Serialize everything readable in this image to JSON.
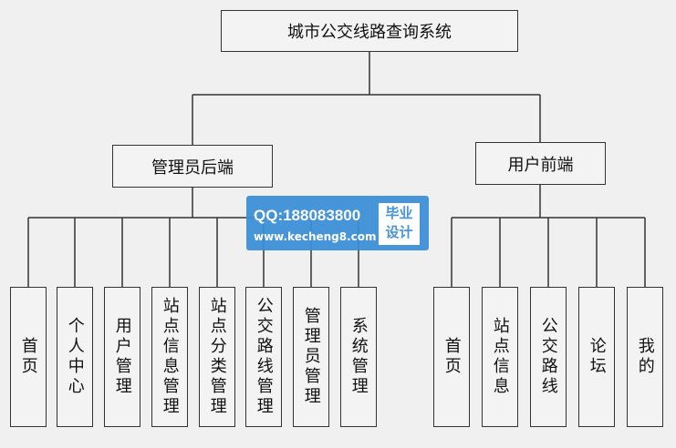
{
  "root": {
    "label": "城市公交线路查询系统"
  },
  "admin": {
    "label": "管理员后端",
    "children": [
      "首页",
      "个人中心",
      "用户管理",
      "站点信息管理",
      "站点分类管理",
      "公交路线管理",
      "管理员管理",
      "系统管理"
    ]
  },
  "user": {
    "label": "用户前端",
    "children": [
      "首页",
      "站点信息",
      "公交路线",
      "论坛",
      "我的"
    ]
  },
  "watermark": {
    "qq": "QQ:188083800",
    "url": "www.kecheng8.com",
    "badge_line1": "毕业",
    "badge_line2": "设计"
  },
  "colors": {
    "line": "#333333",
    "box_border": "#333333",
    "background": "#f0f0f0",
    "watermark": "#3a8fd8"
  }
}
